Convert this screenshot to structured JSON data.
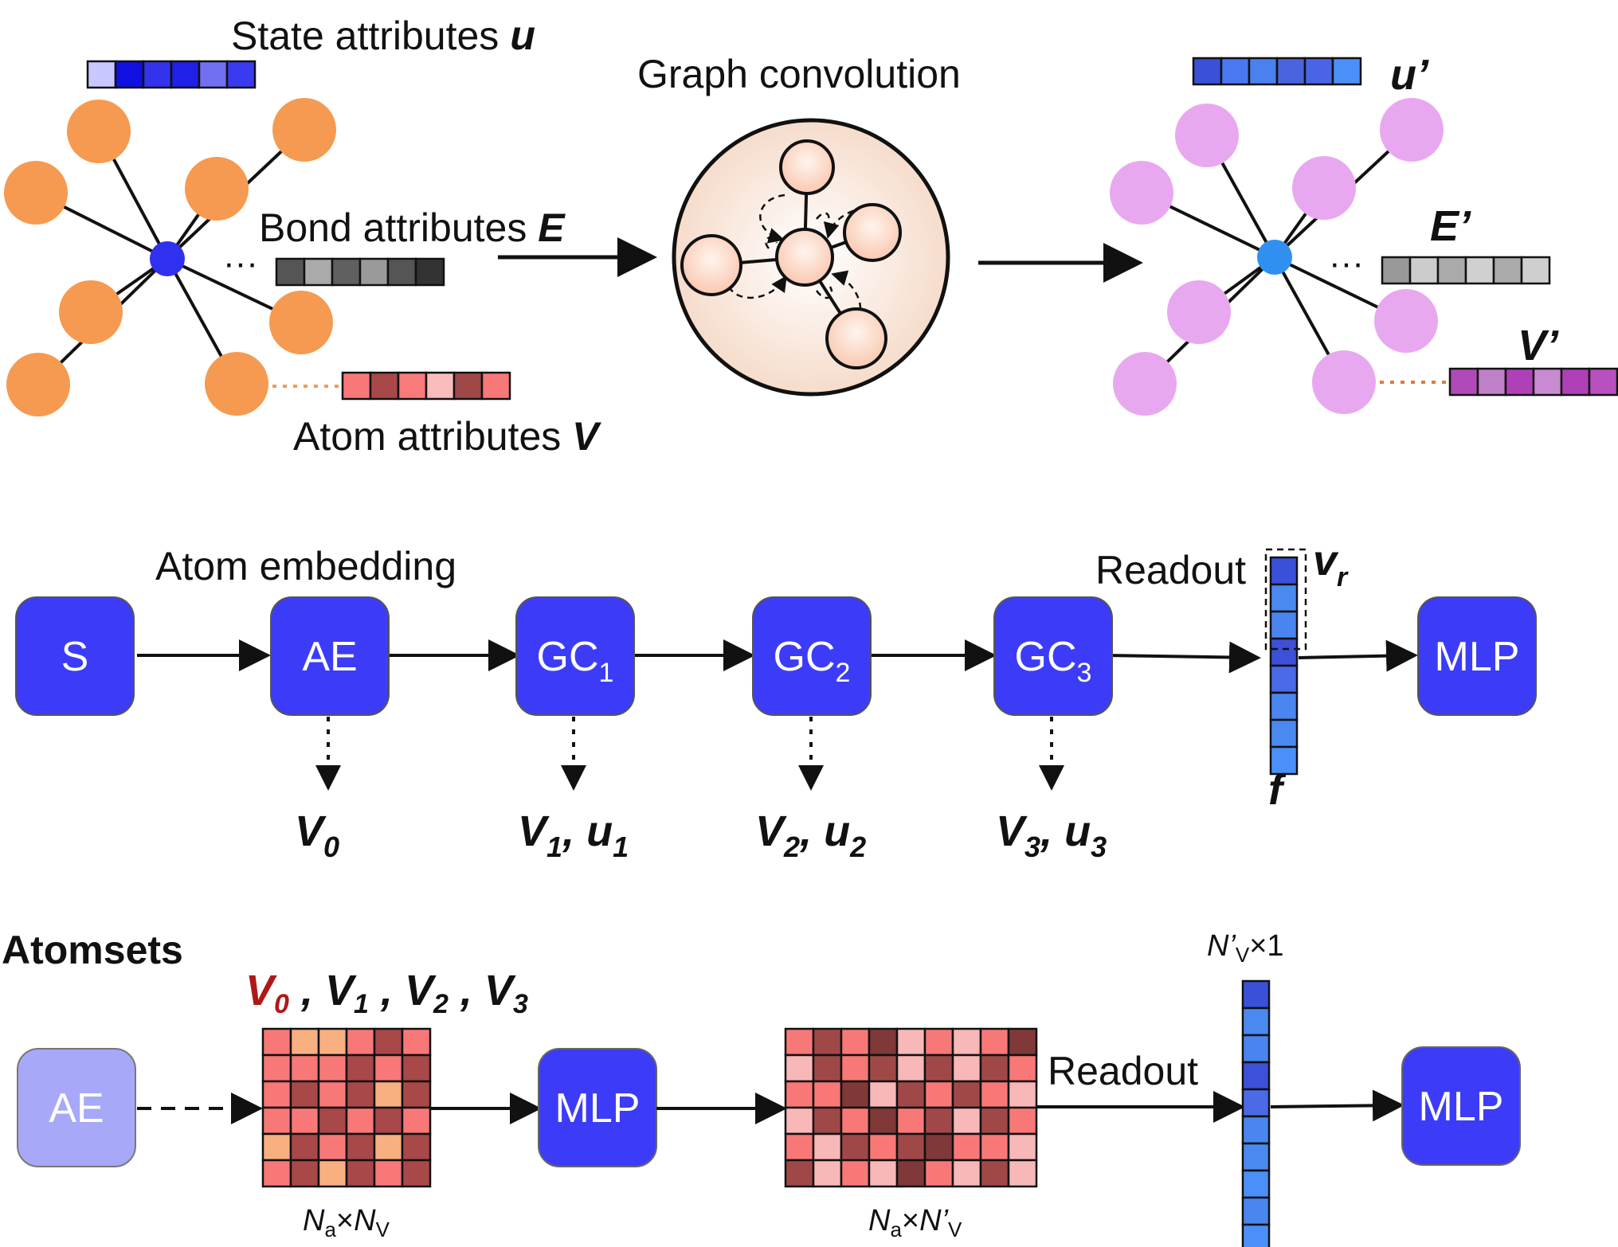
{
  "top": {
    "state_label": "State attributes ",
    "state_var": "u",
    "bond_label": "Bond attributes ",
    "bond_var": "E",
    "atom_label": "Atom attributes ",
    "atom_var": "V",
    "conv_title": "Graph convolution",
    "u_prime": "u’",
    "e_prime": "E’",
    "v_prime": "V’",
    "ellipsis": "···",
    "state_colors": [
      "#c8c8ff",
      "#1010e0",
      "#3333ee",
      "#2020e8",
      "#7070f0",
      "#3a3af0"
    ],
    "bond_colors": [
      "#555555",
      "#aaaaaa",
      "#606060",
      "#9a9a9a",
      "#555555",
      "#333333"
    ],
    "atom_colors": [
      "#f87878",
      "#a84848",
      "#f87a7a",
      "#fbbcbc",
      "#a04848",
      "#f87878"
    ],
    "uprime_colors": [
      "#3a50d8",
      "#4a78f0",
      "#4a80f0",
      "#4a64e0",
      "#4a64e8",
      "#4a90f8"
    ],
    "eprime_colors": [
      "#999999",
      "#cccccc",
      "#aaaaaa",
      "#d0d0d0",
      "#aaaaaa",
      "#cfcfcf"
    ],
    "vprime_colors": [
      "#b04ab8",
      "#c080c8",
      "#b040b8",
      "#c88ad0",
      "#b040b8",
      "#b850c0"
    ],
    "node_color_left": "#f59a50",
    "center_color_left": "#3030f0",
    "node_color_right": "#e8a8f0",
    "center_color_right": "#3090f0"
  },
  "mid": {
    "atom_embedding": "Atom embedding",
    "readout": "Readout",
    "vr_main": "v",
    "vr_sub": "r",
    "f_label": "f",
    "boxes": [
      {
        "main": "S",
        "sub": ""
      },
      {
        "main": "AE",
        "sub": ""
      },
      {
        "main": "GC",
        "sub": "1"
      },
      {
        "main": "GC",
        "sub": "2"
      },
      {
        "main": "GC",
        "sub": "3"
      },
      {
        "main": "MLP",
        "sub": ""
      }
    ],
    "outputs": [
      {
        "v": "V",
        "vs": "0",
        "u": "",
        "us": ""
      },
      {
        "v": "V",
        "vs": "1",
        "u": "u",
        "us": "1"
      },
      {
        "v": "V",
        "vs": "2",
        "u": "u",
        "us": "2"
      },
      {
        "v": "V",
        "vs": "3",
        "u": "u",
        "us": "3"
      }
    ],
    "comma": ", ",
    "box_color": "#3c3cf8",
    "vector_colors": [
      "#3a50d8",
      "#4a8af0",
      "#4a84f0",
      "#3c50d8",
      "#4a6ae8",
      "#4a86f0",
      "#4a8af0",
      "#4a90f8"
    ]
  },
  "bottom": {
    "title": "Atomsets",
    "ae_label": "AE",
    "mlp1": "MLP",
    "mlp2": "MLP",
    "readout": "Readout",
    "vlist": {
      "v0": "V",
      "v0s": "0",
      "v1": "V",
      "v1s": "1",
      "v2": "V",
      "v2s": "2",
      "v3": "V",
      "v3s": "3",
      "sep": " , "
    },
    "matrix1_label": {
      "n": "N",
      "ns": "a",
      "x": "×",
      "m": "N",
      "ms": "V"
    },
    "matrix2_label": {
      "n": "N",
      "ns": "a",
      "x": "×",
      "m": "N’",
      "ms": "V"
    },
    "vec_label": {
      "m": "N’",
      "ms": "V",
      "rest": "×1"
    },
    "ae_color": "#a8a8f8",
    "mlp_color": "#3c3cf8",
    "matrix1": [
      [
        "#f87878",
        "#f8b080",
        "#f8b080",
        "#f87878",
        "#a84848",
        "#f87878"
      ],
      [
        "#f87878",
        "#f87878",
        "#f87878",
        "#a84848",
        "#f87878",
        "#a84848"
      ],
      [
        "#f87878",
        "#a84848",
        "#f87878",
        "#a84848",
        "#f8b080",
        "#a84848"
      ],
      [
        "#f87878",
        "#f87878",
        "#a84848",
        "#f87878",
        "#a84848",
        "#f87878"
      ],
      [
        "#f8b080",
        "#a84848",
        "#f87878",
        "#a84848",
        "#f8b080",
        "#a84848"
      ],
      [
        "#f87878",
        "#a84848",
        "#f8b080",
        "#a84848",
        "#f87878",
        "#a84848"
      ]
    ],
    "matrix2": [
      [
        "#f87878",
        "#a04848",
        "#f87878",
        "#803838",
        "#f8b8b8",
        "#f87878",
        "#f8b8b8",
        "#f87878",
        "#803838"
      ],
      [
        "#f8b8b8",
        "#a04848",
        "#f87878",
        "#a04848",
        "#f8b8b8",
        "#a04848",
        "#f8b8b8",
        "#a04848",
        "#f87878"
      ],
      [
        "#f87878",
        "#f87878",
        "#803838",
        "#f8b8b8",
        "#a04848",
        "#f87878",
        "#a04848",
        "#f87878",
        "#f8b8b8"
      ],
      [
        "#f8b8b8",
        "#a04848",
        "#f87878",
        "#803838",
        "#f87878",
        "#a04848",
        "#f8b8b8",
        "#a04848",
        "#f87878"
      ],
      [
        "#f87878",
        "#f8b8b8",
        "#a04848",
        "#f87878",
        "#a04848",
        "#803838",
        "#f87878",
        "#f87878",
        "#f8b8b8"
      ],
      [
        "#a04848",
        "#f8b8b8",
        "#f87878",
        "#f8b8b8",
        "#803838",
        "#f87878",
        "#f8b8b8",
        "#a04848",
        "#f8b8b8"
      ]
    ],
    "vector_colors": [
      "#3a50d8",
      "#4a8af0",
      "#4a84f0",
      "#3c50d8",
      "#4a6ae8",
      "#4a86f0",
      "#4a8af0",
      "#4a90f8",
      "#4a86f0",
      "#4a90f8"
    ]
  }
}
